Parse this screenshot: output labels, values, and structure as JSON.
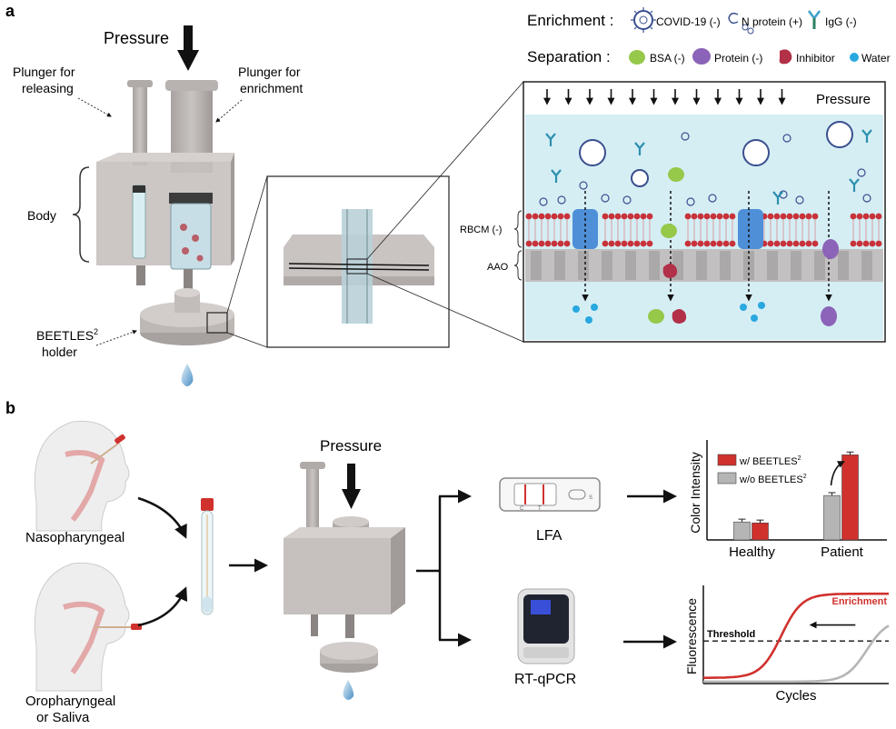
{
  "panel_a": {
    "letter": "a",
    "pressure_label": "Pressure",
    "plunger_release_1": "Plunger for",
    "plunger_release_2": "releasing",
    "plunger_enrich_1": "Plunger for",
    "plunger_enrich_2": "enrichment",
    "body_label": "Body",
    "holder_label_1": "BEETLES",
    "holder_label_sup": "2",
    "holder_label_2": "holder",
    "legend": {
      "enrichment_title": "Enrichment :",
      "covid": "COVID-19 (-)",
      "nprotein": "N protein (+)",
      "igg": "IgG (-)",
      "separation_title": "Separation :",
      "bsa": "BSA (-)",
      "protein": "Protein (-)",
      "inhibitor": "Inhibitor",
      "water": "Water"
    },
    "zoom": {
      "pressure": "Pressure",
      "rbcm": "RBCM (-)",
      "aao": "AAO"
    }
  },
  "panel_b": {
    "letter": "b",
    "naso": "Nasopharyngeal",
    "oro_1": "Oropharyngeal",
    "oro_2": "or Saliva",
    "pressure": "Pressure",
    "lfa": "LFA",
    "rtqpcr": "RT-qPCR",
    "lfa_c": "C",
    "lfa_t": "T",
    "lfa_s": "S"
  },
  "colors": {
    "red": "#d0312d",
    "gray": "#b5b5b5",
    "fluid": "#d5eef4",
    "device": "#b9b3b1",
    "membrane_head": "#c8323a",
    "channel": "#4e8fd8",
    "water": "#29a8e0",
    "bsa": "#96c84a",
    "protein": "#8b63b8",
    "inhibitor": "#b23048"
  },
  "chart_data": [
    {
      "type": "bar",
      "categories": [
        "Healthy",
        "Patient"
      ],
      "ylabel": "Color Intensity",
      "legend_placement": "top-left",
      "series": [
        {
          "name": "w/ BEETLES²",
          "name_main": "w/ BEETLES",
          "name_sup": "2",
          "color": "#d0312d",
          "values": [
            0.18,
            0.9
          ],
          "errors": [
            0.03,
            0.03
          ]
        },
        {
          "name": "w/o BEETLES²",
          "name_main": "w/o BEETLES",
          "name_sup": "2",
          "color": "#b5b5b5",
          "values": [
            0.19,
            0.47
          ],
          "errors": [
            0.03,
            0.03
          ]
        }
      ],
      "ylim": [
        0,
        1
      ]
    },
    {
      "type": "line",
      "xlabel": "Cycles",
      "ylabel": "Fluorescence",
      "threshold_label": "Threshold",
      "threshold": 0.45,
      "xlim": [
        0,
        1
      ],
      "ylim": [
        0,
        1
      ],
      "series": [
        {
          "name": "Enrichment",
          "color": "#d0312d",
          "midpoint": 0.42,
          "steepness": 18,
          "low": 0.06,
          "high": 0.95
        },
        {
          "name": "",
          "color": "#b5b5b5",
          "midpoint": 0.88,
          "steepness": 18,
          "low": 0.02,
          "high": 0.68
        }
      ]
    }
  ]
}
